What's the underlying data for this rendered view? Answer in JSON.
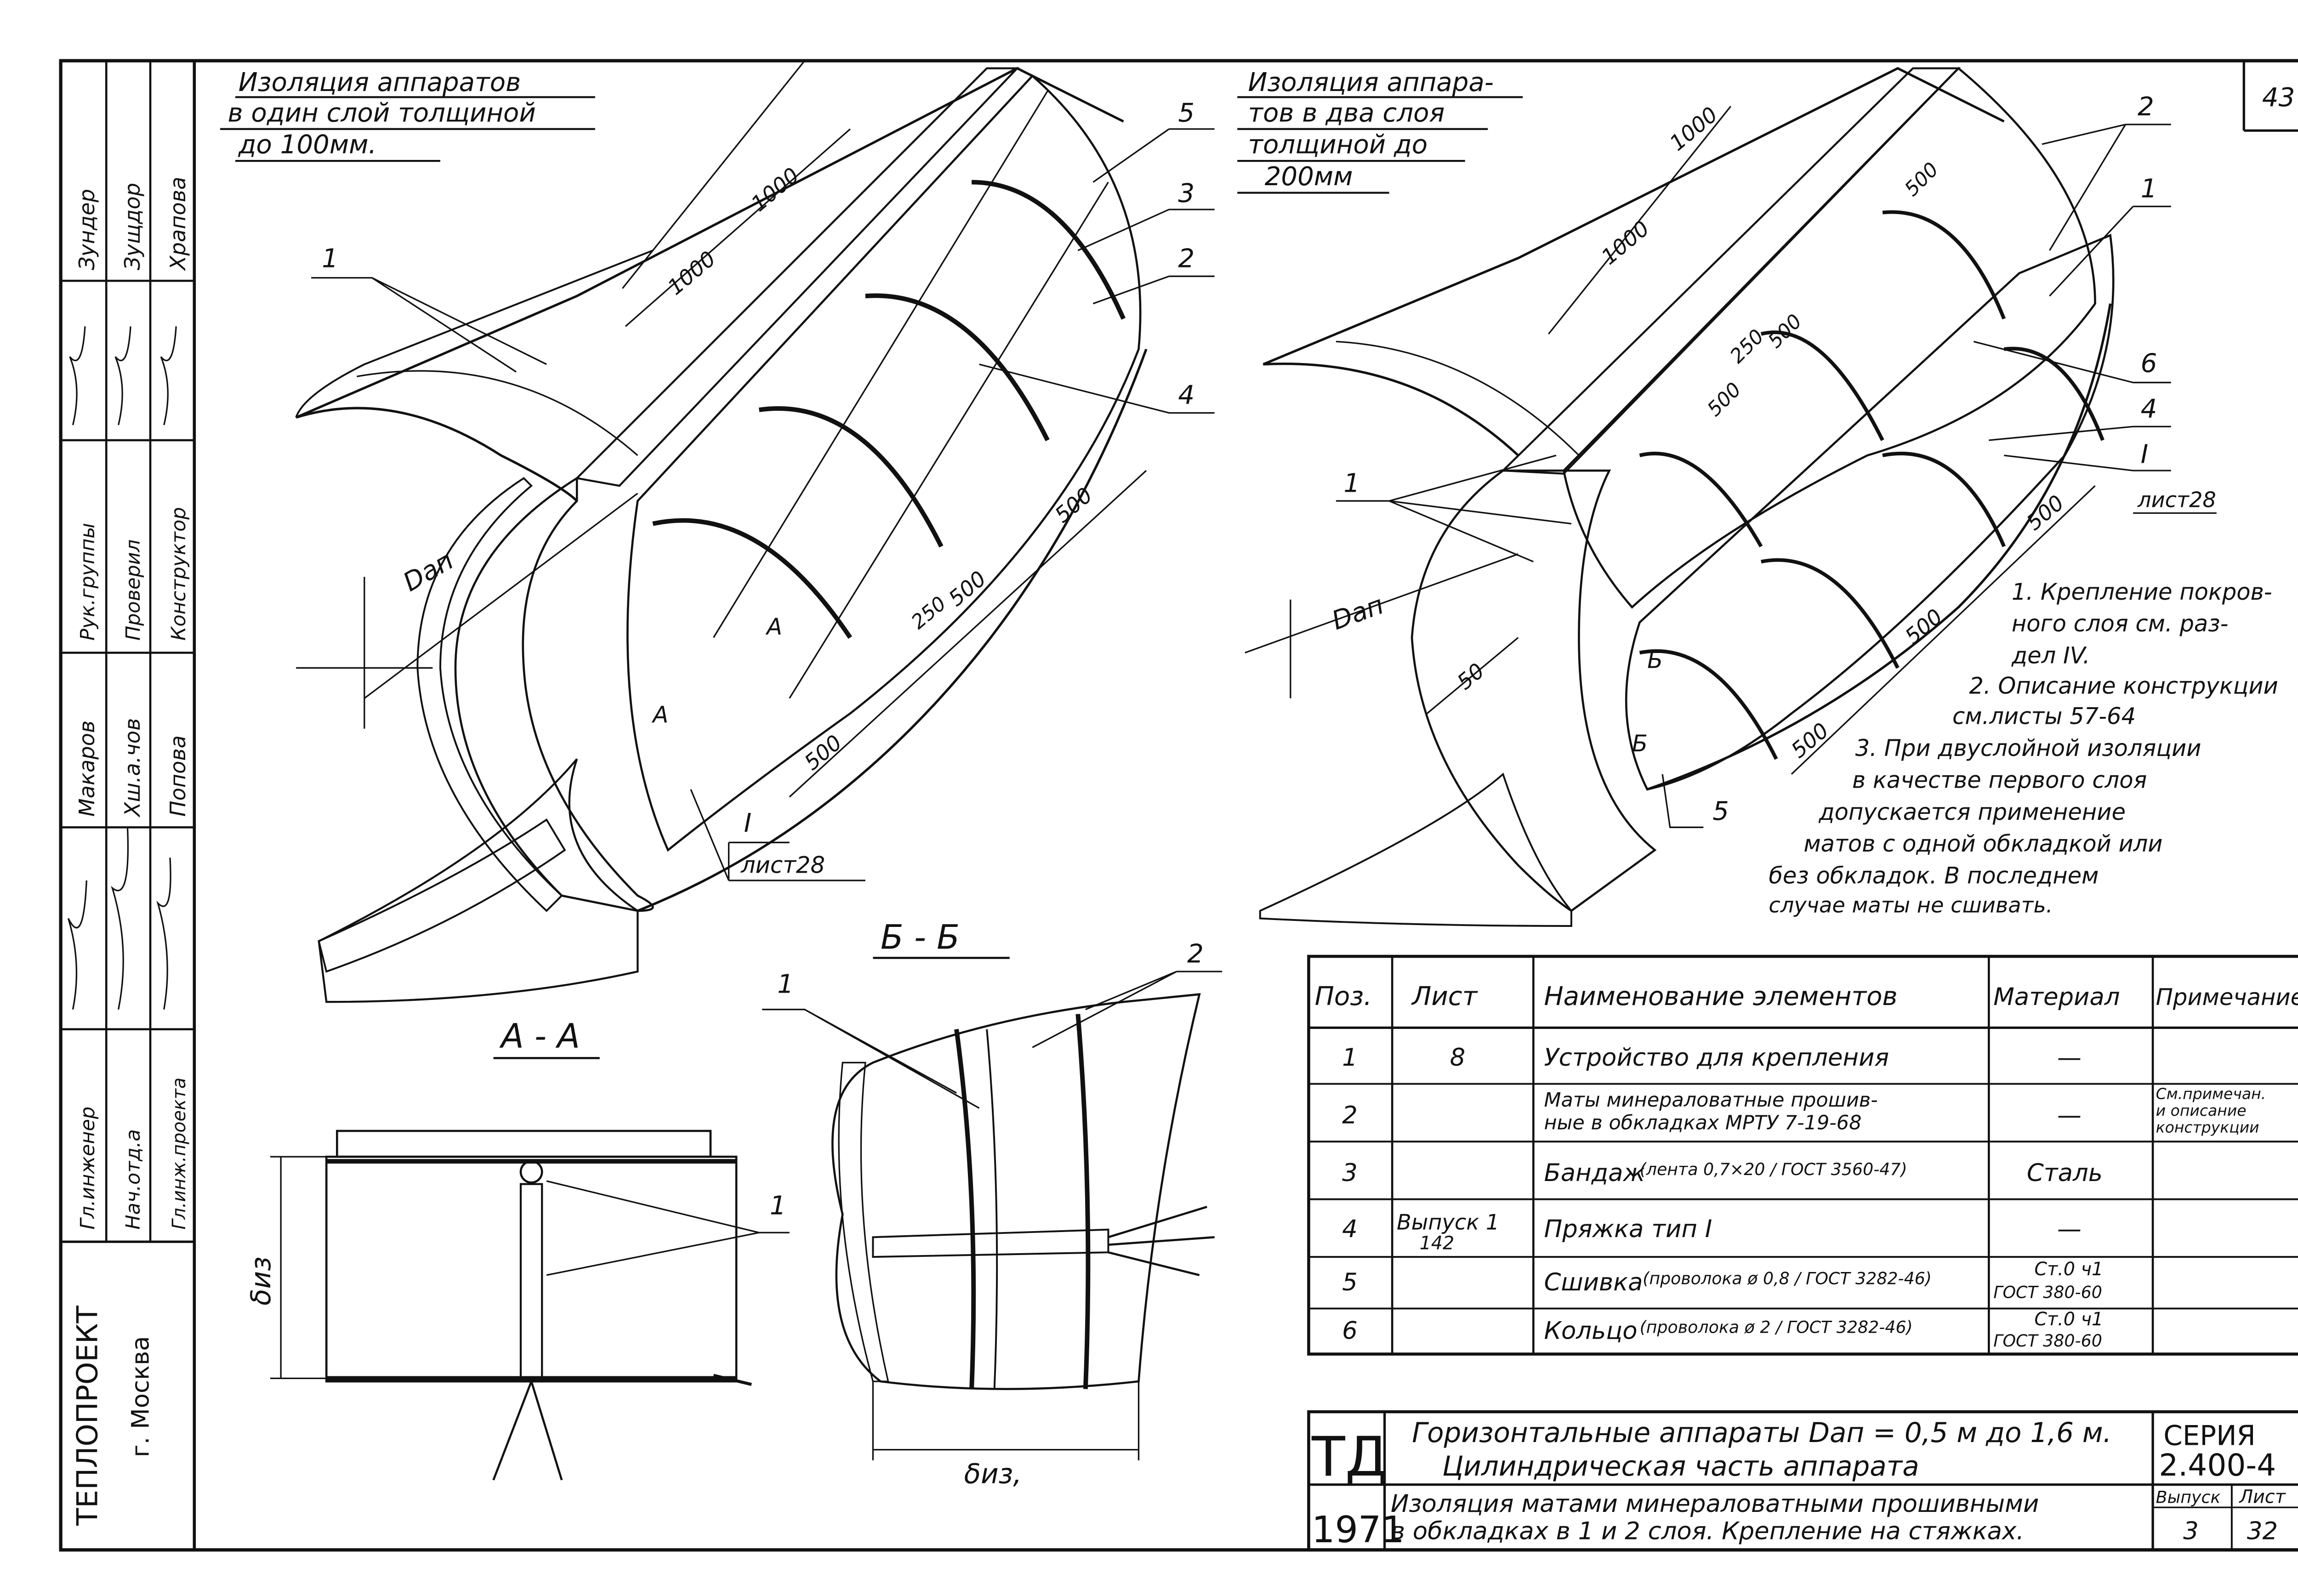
{
  "sheet_number": "43",
  "title_block": {
    "org": "ТЕПЛОПРОЕКТ",
    "city": "г. Москва",
    "roles": [
      "Гл.инженер",
      "Нач.отд.а",
      "Гл.инж.проекта"
    ],
    "roles2": [
      "Рук.группы",
      "Проверил",
      "Конструктор"
    ],
    "names": [
      "Макаров",
      "Хш.а.чов",
      "Попова"
    ],
    "names2": [
      "Зундер",
      "Зущдор",
      "Храпова"
    ]
  },
  "notes": {
    "one_layer": [
      "Изоляция аппаратов",
      "в один слой толщиной",
      "до 100мм."
    ],
    "two_layer": [
      "Изоляция аппара-",
      "тов в два слоя",
      "толщиной до",
      "200мм"
    ]
  },
  "dims": {
    "d1000": "1000",
    "d500": "500",
    "d250": "250",
    "d50": "50",
    "dap": "Dап",
    "diz": "δиз",
    "diz2": "δиз,"
  },
  "labels": {
    "p1": "1",
    "p2": "2",
    "p3": "3",
    "p4": "4",
    "p5": "5",
    "p6": "6",
    "A": "А",
    "B": "Б",
    "roman1": "I",
    "list28": "лист28",
    "section_aa": "А - А",
    "section_bb": "Б - Б"
  },
  "remarks": [
    "1. Крепление покров-",
    "ного слоя см. раз-",
    "дел IV.",
    "2. Описание конструкции",
    "см.листы 57-64",
    "3. При двуслойной изоляции",
    "в качестве первого слоя",
    "допускается применение",
    "матов с одной обкладкой или",
    "без обкладок. В последнем",
    "случае маты не сшивать."
  ],
  "spec_table": {
    "headers": [
      "Поз.",
      "Лист",
      "Наименование элементов",
      "Материал",
      "Примечание"
    ],
    "rows": [
      {
        "pos": "1",
        "sheet": "8",
        "name": "Устройство для крепления",
        "material": "—",
        "note": ""
      },
      {
        "pos": "2",
        "sheet": "",
        "name": "Маты минераловатные прошив-",
        "name2": "ные в обкладках МРТУ 7-19-68",
        "material": "—",
        "note": "См.примечан.",
        "note2": "и описание",
        "note3": "конструкции"
      },
      {
        "pos": "3",
        "sheet": "",
        "name": "Бандаж",
        "name_paren": "(лента 0,7×20 / ГОСТ 3560-47)",
        "material": "Сталь",
        "note": ""
      },
      {
        "pos": "4",
        "sheet": "Выпуск 1",
        "sheet2": "142",
        "name": "Пряжка тип I",
        "material": "—",
        "note": ""
      },
      {
        "pos": "5",
        "sheet": "",
        "name": "Сшивка",
        "name_paren": "(проволока ø 0,8 / ГОСТ 3282-46)",
        "material": "Ст.0 ч1",
        "material2": "ГОСТ 380-60",
        "note": ""
      },
      {
        "pos": "6",
        "sheet": "",
        "name": "Кольцо",
        "name_paren": "(проволока ø 2 / ГОСТ 3282-46)",
        "material": "Ст.0 ч1",
        "material2": "ГОСТ 380-60",
        "note": ""
      }
    ]
  },
  "stamp": {
    "td": "ТД",
    "year": "1971",
    "title1": "Горизонтальные аппараты Dап = 0,5 м до 1,6 м.",
    "title2": "Цилиндрическая часть аппарата",
    "title3": "Изоляция матами минераловатными прошивными",
    "title4": "в обкладках в 1 и 2 слоя. Крепление на стяжках.",
    "series_label": "СЕРИЯ",
    "series": "2.400-4",
    "issue_label": "Выпуск",
    "sheet_label": "Лист",
    "issue": "3",
    "sheet": "32"
  }
}
